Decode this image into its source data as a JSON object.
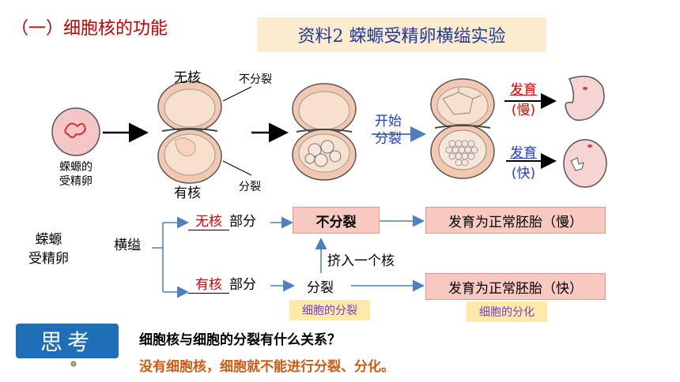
{
  "header": {
    "title": "（一）细胞核的功能",
    "subtitle": "资料2   蝾螈受精卵横缢实验"
  },
  "top_diagram": {
    "egg_label_1": "蝾螈的",
    "egg_label_2": "受精卵",
    "no_nucleus": "无核",
    "no_division": "不分裂",
    "has_nucleus": "有核",
    "division": "分裂",
    "start_1": "开始",
    "start_2": "分裂",
    "develop_slow": "发育",
    "slow": "(慢)",
    "develop_fast": "发育",
    "fast": "(快)"
  },
  "flow": {
    "egg_1": "蝾螈",
    "egg_2": "受精卵",
    "constrict": "横缢",
    "no_nuc": "无核",
    "part": "部分",
    "has_nuc": "有核",
    "box_no_division": "不分裂",
    "box_divide": "分裂",
    "squeeze": "挤入一个核",
    "result_slow": "发育为正常胚胎（慢）",
    "result_fast": "发育为正常胚胎（快）",
    "cell_division": "细胞的分裂",
    "cell_differentiation": "细胞的分化"
  },
  "think": {
    "label": "思考",
    "question": "细胞核与细胞的分裂有什么关系？",
    "answer": "没有细胞核，细胞就不能进行分裂、分化。"
  },
  "colors": {
    "title_red": "#c00000",
    "subtitle_blue": "#1f3b99",
    "think_bg": "#1f6fb8",
    "box_pink": "#f8c9c0",
    "box_yellow": "#fde9a8",
    "arrow_blue": "#4f7fbf"
  }
}
